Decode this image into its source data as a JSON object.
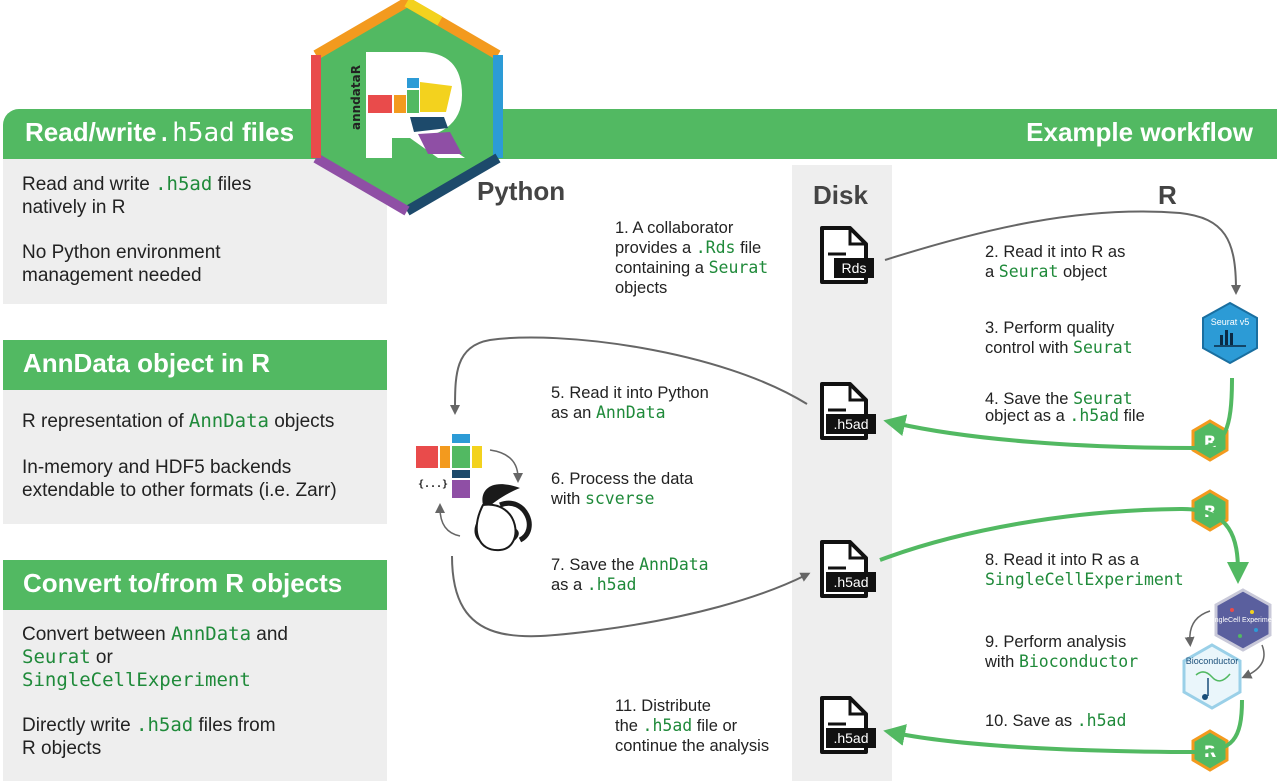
{
  "header": {
    "left_title_prefix": "Read/write",
    "left_title_code": ".h5ad",
    "left_title_suffix": "files",
    "right_title": "Example workflow"
  },
  "logo": {
    "name": "anndataR",
    "letter": "R",
    "colors": [
      "#f39a1e",
      "#f3d21e",
      "#2c9bd6",
      "#1d4a6b",
      "#8f4fa5",
      "#e94b4b",
      "#52b962"
    ]
  },
  "panels": {
    "p1": {
      "line1_prefix": "Read and write",
      "line1_code": ".h5ad",
      "line1_suffix": "files",
      "line2": "natively in R",
      "line3": "No Python environment",
      "line4": "management needed"
    },
    "p2": {
      "title": "AnnData object in R",
      "line1_prefix": "R representation of",
      "line1_code": "AnnData",
      "line1_suffix": "objects",
      "line2": "In-memory and HDF5 backends",
      "line3": "extendable to other formats (i.e. Zarr)"
    },
    "p3": {
      "title": "Convert to/from R objects",
      "line1_prefix": "Convert between",
      "line1_code": "AnnData",
      "line1_suffix": "and",
      "line2_code": "Seurat",
      "line2_suffix": "or",
      "line3_code": "SingleCellExperiment",
      "line4_prefix": "Directly write",
      "line4_code": ".h5ad",
      "line4_suffix": "files from",
      "line5": "R objects"
    }
  },
  "columns": {
    "python": "Python",
    "disk": "Disk",
    "r": "R"
  },
  "files": {
    "rds": "Rds",
    "h5ad": ".h5ad"
  },
  "icons": {
    "seurat_label": "Seurat v5",
    "sce_label": "SingleCell Experiment",
    "bioc_label": "Bioconductor",
    "anndata_braces": "{...}"
  },
  "steps": {
    "s1": {
      "l1": "1. A collaborator",
      "l2a": "provides a",
      "l2code": ".Rds",
      "l2b": "file",
      "l3a": "containing a",
      "l3code": "Seurat",
      "l4": "objects"
    },
    "s2": {
      "l1": "2. Read it into R as",
      "l2a": "a",
      "l2code": "Seurat",
      "l2b": "object"
    },
    "s3": {
      "l1": "3. Perform quality",
      "l2a": "control with",
      "l2code": "Seurat"
    },
    "s4": {
      "l1a": "4. Save the",
      "l1code": "Seurat",
      "l2a": "object as a",
      "l2code": ".h5ad",
      "l2b": "file"
    },
    "s5": {
      "l1": "5. Read it into Python",
      "l2a": "as an",
      "l2code": "AnnData"
    },
    "s6": {
      "l1": "6. Process the data",
      "l2a": "with",
      "l2code": "scverse"
    },
    "s7": {
      "l1a": "7. Save the",
      "l1code": "AnnData",
      "l2a": "as a",
      "l2code": ".h5ad"
    },
    "s8": {
      "l1": "8. Read it into R as a",
      "l2code": "SingleCellExperiment"
    },
    "s9": {
      "l1": "9. Perform analysis",
      "l2a": "with",
      "l2code": "Bioconductor"
    },
    "s10": {
      "l1a": "10. Save as",
      "l1code": ".h5ad"
    },
    "s11": {
      "l1": "11. Distribute",
      "l2a": "the",
      "l2code": ".h5ad",
      "l2b": "file or",
      "l3": "continue the analysis"
    }
  }
}
